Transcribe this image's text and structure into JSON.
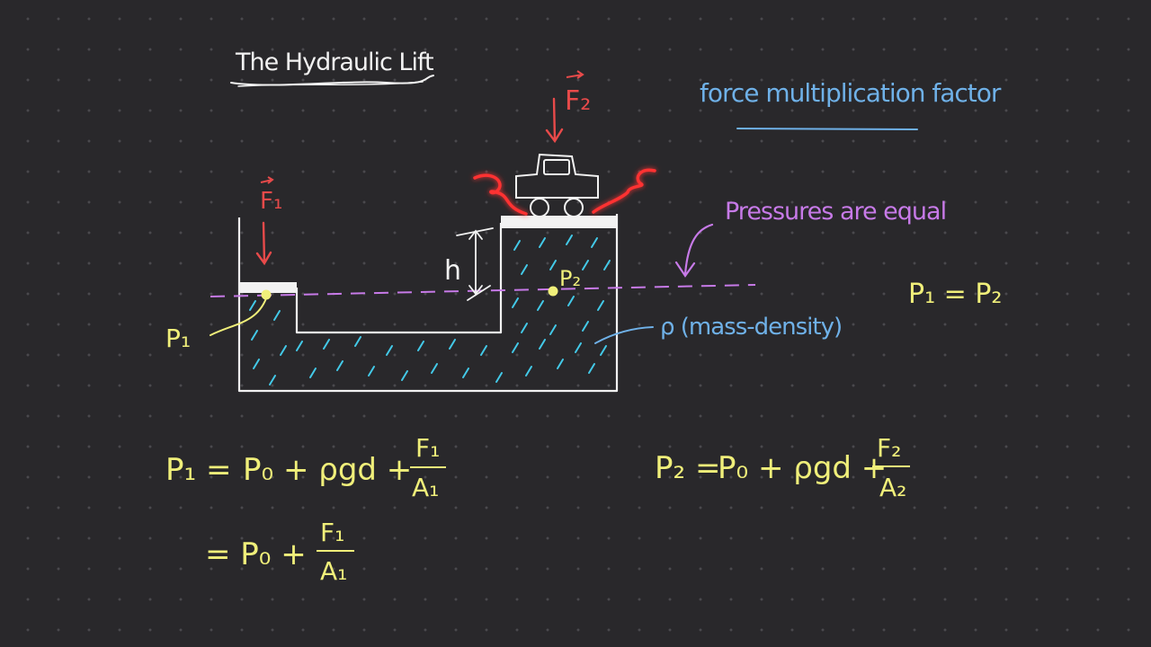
{
  "title": "The Hydraulic Lift",
  "notes": {
    "force_factor": "force multiplication factor",
    "pressures_equal": "Pressures are equal",
    "density": "ρ (mass-density)",
    "p1_eq_p2": "P₁ = P₂"
  },
  "labels": {
    "f1": "F₁",
    "f2": "F₂",
    "p1": "P₁",
    "p2": "P₂",
    "h": "h"
  },
  "equations": {
    "p1_lhs": "P₁ =",
    "p1_rhs": "P₀ + ρgd +",
    "p1_num": "F₁",
    "p1_den": "A₁",
    "p1_line2": "= P₀ +",
    "p1_line2_num": "F₁",
    "p1_line2_den": "A₁",
    "p2_lhs": "P₂ =",
    "p2_rhs": "P₀ + ρgd +",
    "p2_num": "F₂",
    "p2_den": "A₂"
  },
  "colors": {
    "background": "#29282b",
    "white": "#f2f2f2",
    "red": "#e84a4a",
    "yellow": "#f0ef7a",
    "blue": "#6fb1e8",
    "purple": "#c77ae8",
    "cyan": "#43c9e8"
  }
}
